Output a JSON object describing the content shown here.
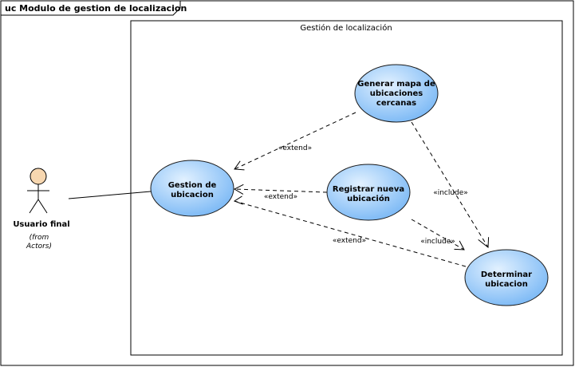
{
  "frame": {
    "title": "uc Modulo de gestion de localizacion"
  },
  "boundary": {
    "title": "Gestión de localización"
  },
  "actor": {
    "name": "Usuario final",
    "note_line1": "(from",
    "note_line2": "Actors)"
  },
  "use_cases": {
    "gestion": {
      "line1": "Gestion de",
      "line2": "ubicacion"
    },
    "generar": {
      "line1": "Generar mapa de",
      "line2": "ubicaciones",
      "line3": "cercanas"
    },
    "registrar": {
      "line1": "Registrar nueva",
      "line2": "ubicación"
    },
    "determinar": {
      "line1": "Determinar",
      "line2": "ubicacion"
    }
  },
  "relations": {
    "extend_generar": "«extend»",
    "extend_registrar": "«extend»",
    "extend_determinar": "«extend»",
    "include_generar": "«include»",
    "include_registrar": "«include»"
  },
  "colors": {
    "usecase_fill_light": "#dbeeff",
    "usecase_fill_dark": "#7ab8f5",
    "usecase_stroke": "#1a1a1a",
    "actor_head": "#f7d7b0"
  }
}
